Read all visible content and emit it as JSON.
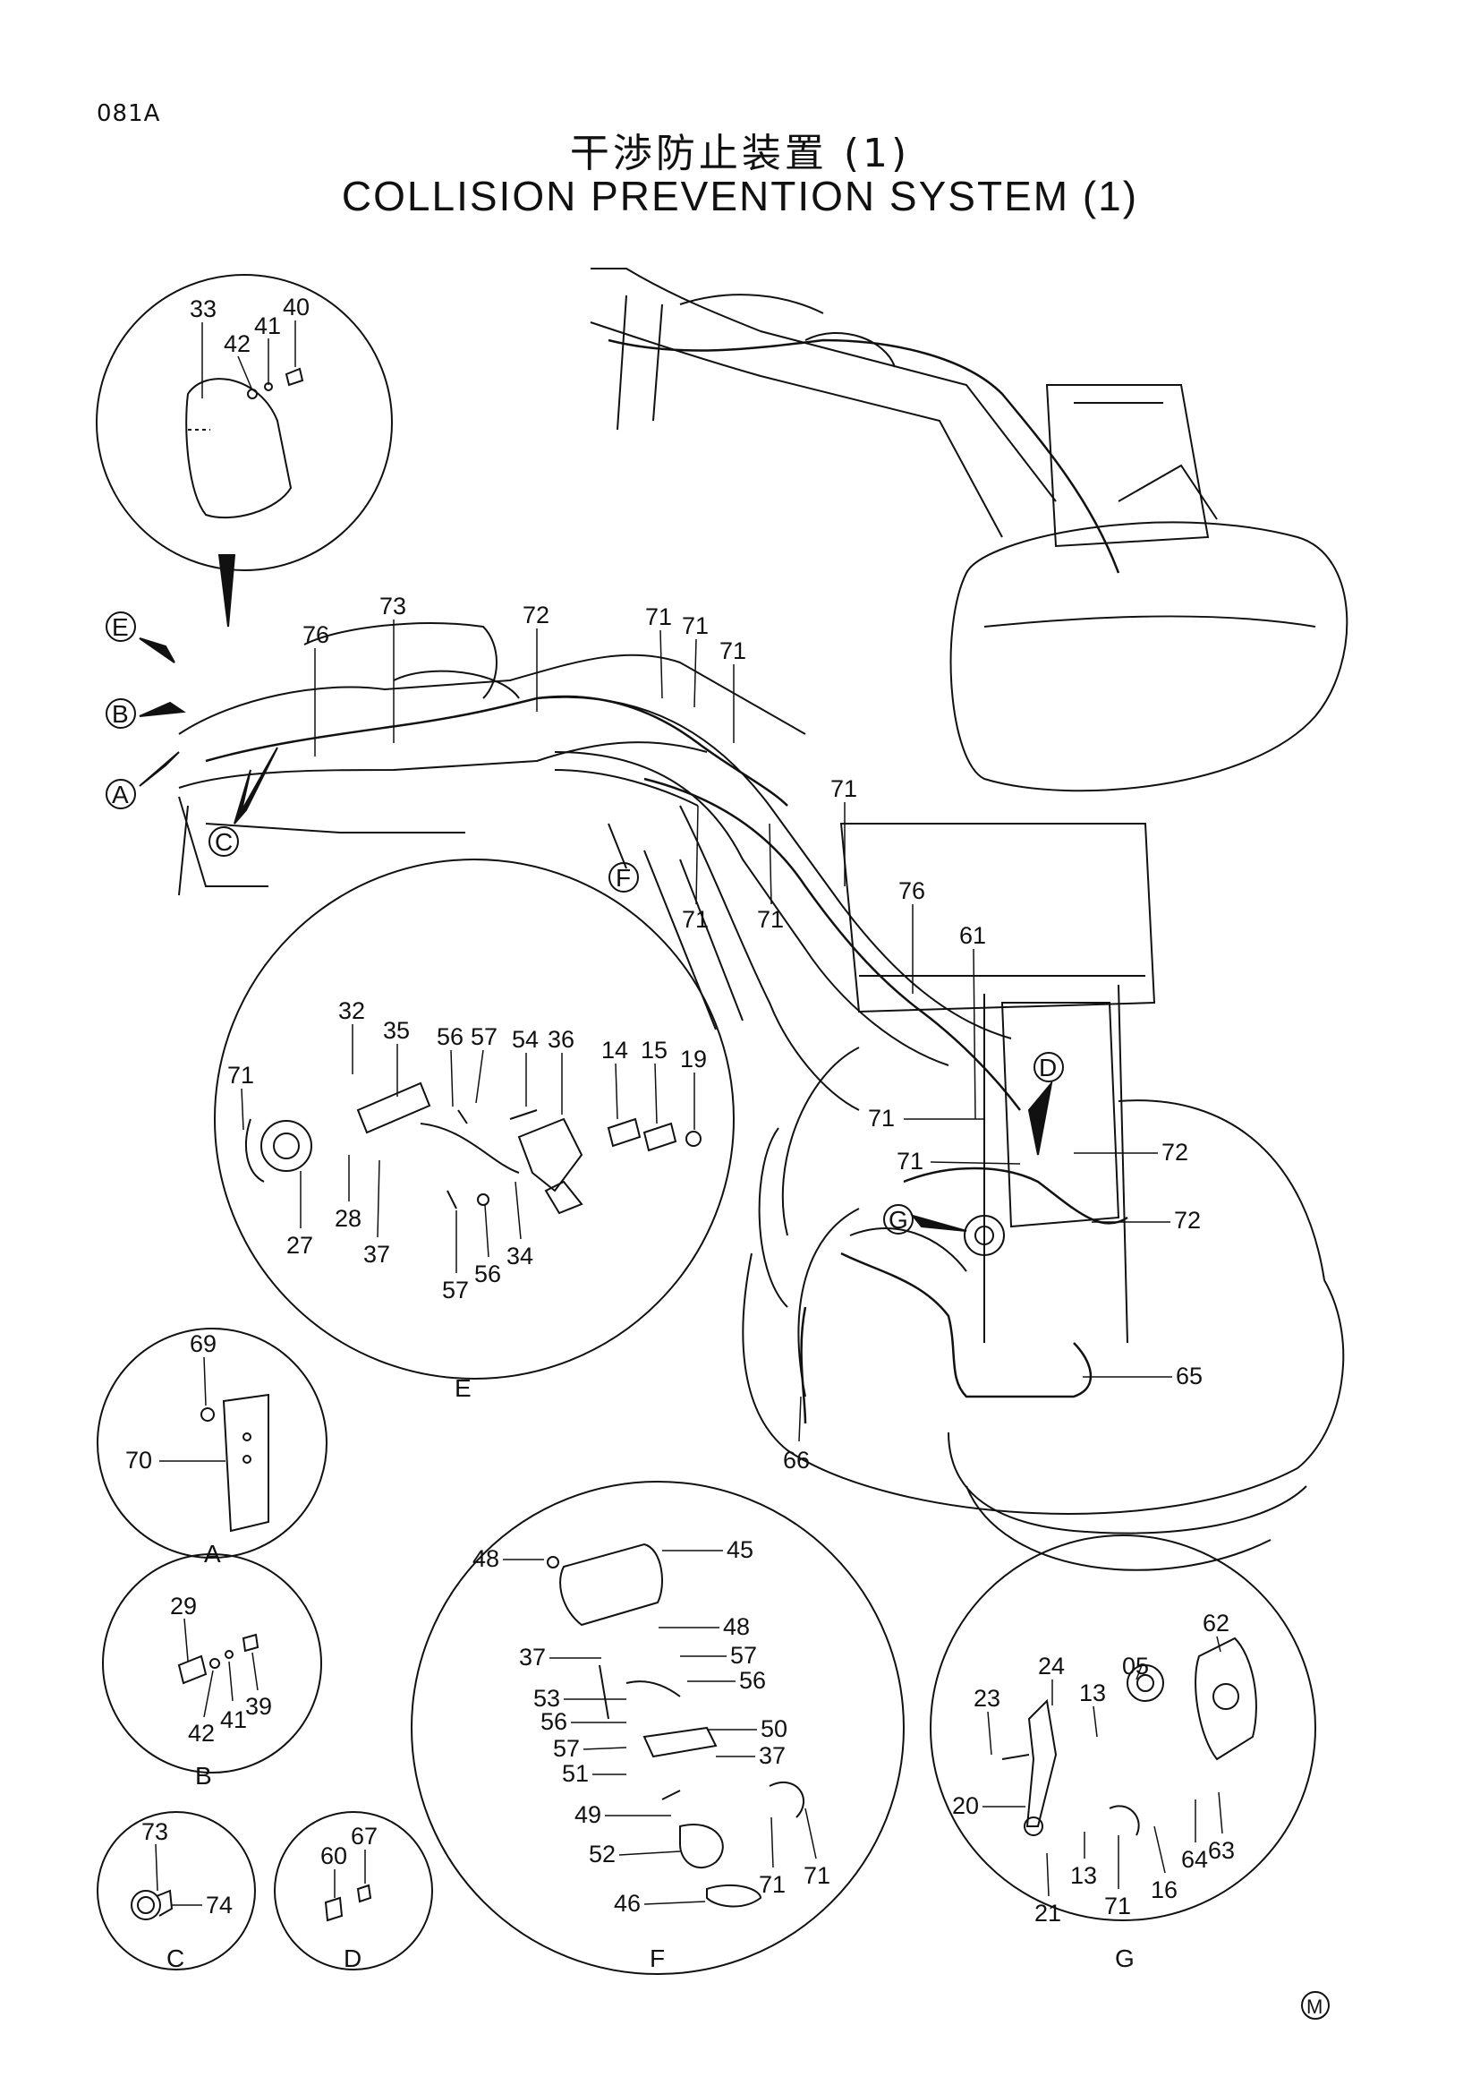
{
  "page_code": "081A",
  "title_jp": "干渉防止装置 (1)",
  "title_en": "COLLISION PREVENTION SYSTEM (1)",
  "mark": "M",
  "detail_labels": {
    "A": "A",
    "B": "B",
    "C": "C",
    "D": "D",
    "E": "E",
    "F": "F",
    "G": "G"
  },
  "main_callouts": {
    "c76a": "76",
    "c73": "73",
    "c72a": "72",
    "c71a": "71",
    "c71b": "71",
    "c71c": "71",
    "c71d": "71",
    "c71e": "71",
    "c71f": "71",
    "c76b": "76",
    "c61": "61",
    "c71g": "71",
    "c71h": "71",
    "c72b": "72",
    "c72c": "72",
    "c65": "65",
    "c66": "66"
  },
  "detail_top": {
    "n33": "33",
    "n42": "42",
    "n41": "41",
    "n40": "40"
  },
  "detail_E": {
    "n71": "71",
    "n32": "32",
    "n35": "35",
    "n56a": "56",
    "n57a": "57",
    "n54": "54",
    "n36": "36",
    "n14": "14",
    "n15": "15",
    "n19": "19",
    "n27": "27",
    "n28": "28",
    "n37": "37",
    "n57b": "57",
    "n56b": "56",
    "n34": "34"
  },
  "detail_A": {
    "n69": "69",
    "n70": "70"
  },
  "detail_B": {
    "n29": "29",
    "n42": "42",
    "n41": "41",
    "n39": "39"
  },
  "detail_C": {
    "n73": "73",
    "n74": "74"
  },
  "detail_D": {
    "n60": "60",
    "n67": "67"
  },
  "detail_F": {
    "n48a": "48",
    "n45": "45",
    "n48b": "48",
    "n37a": "37",
    "n57a": "57",
    "n56a": "56",
    "n53": "53",
    "n50": "50",
    "n56b": "56",
    "n57b": "57",
    "n37b": "37",
    "n51": "51",
    "n49": "49",
    "n52": "52",
    "n71a": "71",
    "n71b": "71",
    "n46": "46"
  },
  "detail_G": {
    "n62": "62",
    "n24": "24",
    "n05": "05",
    "n23": "23",
    "n13a": "13",
    "n20": "20",
    "n13b": "13",
    "n64": "64",
    "n63": "63",
    "n21": "21",
    "n71": "71",
    "n16": "16"
  }
}
